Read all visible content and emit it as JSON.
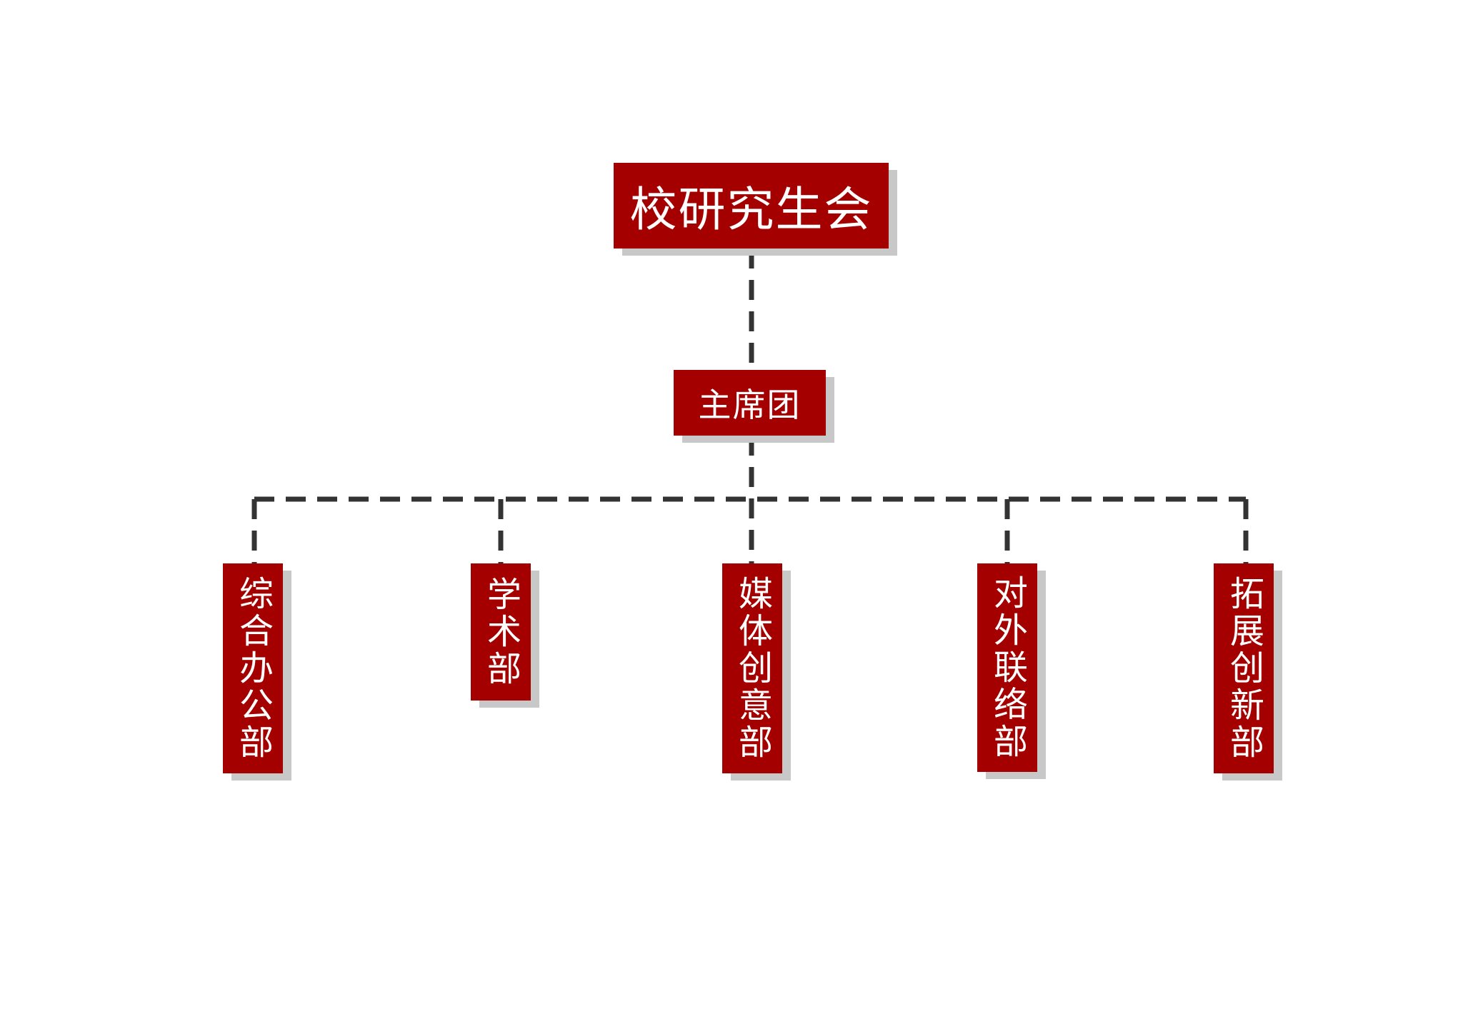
{
  "root": {
    "label": "校研究生会"
  },
  "presidium": {
    "label": "主席团"
  },
  "departments": [
    {
      "label": "综合办公部"
    },
    {
      "label": "学术部"
    },
    {
      "label": "媒体创意部"
    },
    {
      "label": "对外联络部"
    },
    {
      "label": "拓展创新部"
    }
  ],
  "colors": {
    "node_fill": "#a50000",
    "node_text": "#ffffff",
    "node_shadow": "#c8c8c8",
    "connector": "#333333"
  }
}
